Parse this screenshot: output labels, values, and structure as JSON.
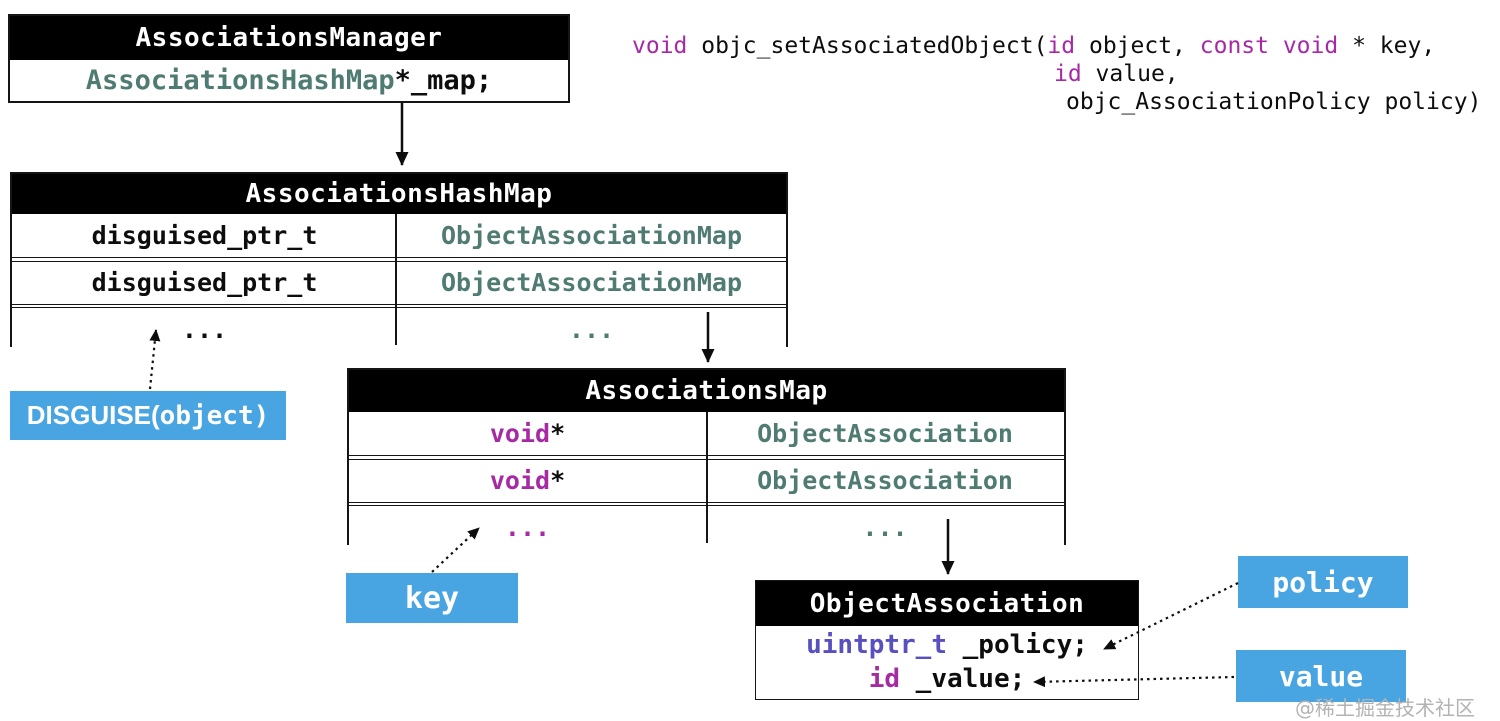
{
  "colors": {
    "accent_blue": "#48a5e2",
    "type_teal": "#4f7b72",
    "keyword_magenta": "#a62aa4",
    "type_violet": "#584fc0",
    "header_bg": "#000000",
    "text": "#0d0d0d",
    "watermark_gray": "#b3b3b3"
  },
  "manager_box": {
    "title": "AssociationsManager",
    "field": {
      "type": "AssociationsHashMap",
      "rest": " *_map;"
    }
  },
  "hashmap_table": {
    "title": "AssociationsHashMap",
    "rows": [
      {
        "key": "disguised_ptr_t",
        "value": "ObjectAssociationMap"
      },
      {
        "key": "disguised_ptr_t",
        "value": "ObjectAssociationMap"
      },
      {
        "key": "...",
        "value": "..."
      }
    ]
  },
  "map_table": {
    "title": "AssociationsMap",
    "rows": [
      {
        "key_kw": "void",
        "key_rest": " *",
        "value": "ObjectAssociation"
      },
      {
        "key_kw": "void",
        "key_rest": " *",
        "value": "ObjectAssociation"
      },
      {
        "key_ellipsis": "...",
        "value": "..."
      }
    ]
  },
  "association_box": {
    "title": "ObjectAssociation",
    "fields": [
      {
        "type": "uintptr_t",
        "rest": " _policy;"
      },
      {
        "type": "id",
        "rest": " _value;"
      }
    ]
  },
  "labels": {
    "disguise_prefix": "DISGUISE(",
    "disguise_arg": "object)",
    "key": "key",
    "policy": "policy",
    "value": "value"
  },
  "code": {
    "line1": {
      "s0": "void",
      "s1": " objc_setAssociatedObject(",
      "s2": "id",
      "s3": " object, ",
      "s4": "const void",
      "s5": " * key,"
    },
    "line2": {
      "s0": "id",
      "s1": " value,"
    },
    "line3": {
      "s0": "objc_AssociationPolicy policy)"
    }
  },
  "watermark": "@稀土掘金技术社区"
}
